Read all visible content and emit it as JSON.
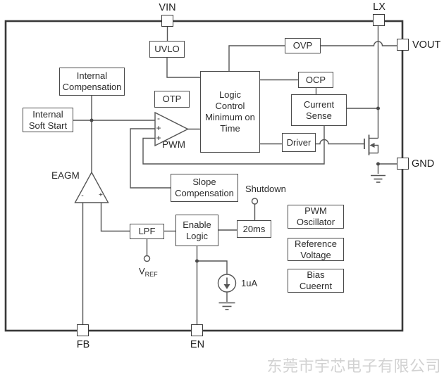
{
  "pins": {
    "vin": "VIN",
    "lx": "LX",
    "vout": "VOUT",
    "gnd": "GND",
    "fb": "FB",
    "en": "EN"
  },
  "blocks": {
    "uvlo": "UVLO",
    "internal_compensation": "Internal\nCompensation",
    "otp": "OTP",
    "internal_soft_start": "Internal\nSoft Start",
    "logic_control": "Logic\nControl\nMinimum on\nTime",
    "ovp": "OVP",
    "ocp": "OCP",
    "current_sense": "Current\nSense",
    "driver": "Driver",
    "slope_compensation": "Slope\nCompensation",
    "lpf": "LPF",
    "enable_logic": "Enable\nLogic",
    "delay_20ms": "20ms",
    "pwm_oscillator": "PWM\nOscillator",
    "reference_voltage": "Reference\nVoltage",
    "bias_current": "Bias\nCueernt"
  },
  "labels": {
    "eagm": "EAGM",
    "pwm": "PWM",
    "shutdown": "Shutdown",
    "current_source": "1uA",
    "vref_main": "V",
    "vref_sub": "REF",
    "minus": "-",
    "plus": "+"
  },
  "watermark": "东莞市宇芯电子有限公司",
  "colors": {
    "wire": "#555555",
    "outer_border": "#383838",
    "block_border": "#4a4a4a",
    "text": "#222222",
    "watermark": "#d2d2d2"
  }
}
